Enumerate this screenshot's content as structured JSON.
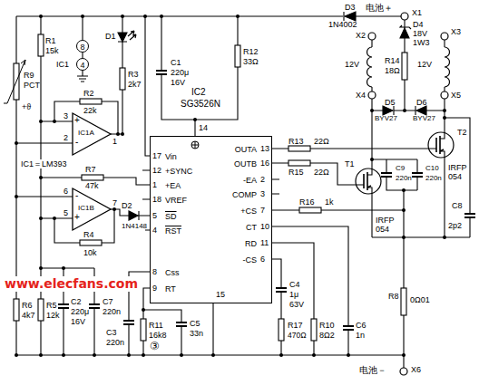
{
  "diagram": {
    "nodes": [
      {
        "text": [
          "8"
        ]
      },
      {
        "text": [
          "4"
        ]
      },
      {
        "text": [
          "IC1A",
          "+",
          "-"
        ]
      },
      {
        "text": [
          "IC1B",
          "-",
          "+"
        ]
      },
      {
        "text": [
          "IC2",
          "SG3526N",
          "Vin",
          "+SYNC",
          "+EA",
          "VREF",
          "SD",
          "RST",
          "Css",
          "RT",
          "OUTA",
          "OUTB",
          "-EA",
          "COMP",
          "+CS",
          "CT",
          "RD",
          "-CS"
        ]
      }
    ],
    "labels": [
      "电池＋",
      "X1",
      "D3",
      "1N4002",
      "D4",
      "18V",
      "1W3",
      "X2",
      "12V",
      "X4",
      "X3",
      "12V",
      "X5",
      "R14",
      "18Ω",
      "D5",
      "BYV27",
      "D6",
      "BYV27",
      "T1",
      "IRFP",
      "054",
      "T2",
      "IRFP",
      "054",
      "C9",
      "220n",
      "C10",
      "220n",
      "C8",
      "2p2",
      "R13",
      "22Ω",
      "R15",
      "22Ω",
      "R16",
      "1k",
      "R8",
      "0Ω01",
      "电池－",
      "X6",
      "+ϑ",
      "R9",
      "PCT",
      "R1",
      "15k",
      "IC1",
      "D1",
      "R3",
      "2k7",
      "R2",
      "22k",
      "3",
      "2",
      "1",
      "IC1＝LM393",
      "R7",
      "47k",
      "6",
      "5",
      "7",
      "R4",
      "10k",
      "D2",
      "1N4148",
      "R6",
      "4k7",
      "R5",
      "12k",
      "C2",
      "220μ",
      "16V",
      "C7",
      "220n",
      "C3",
      "220n",
      "R11",
      "16k8",
      "C5",
      "33n",
      "R10",
      "8Ω2",
      "C4",
      "1μ",
      "63V",
      "R17",
      "470Ω",
      "C6",
      "1n",
      "C1",
      "220μ",
      "16V",
      "R12",
      "33Ω",
      "14",
      "15",
      "17",
      "12",
      "1",
      "18",
      "5",
      "4",
      "8",
      "9",
      "13",
      "16",
      "2",
      "3",
      "7",
      "10",
      "11",
      "6",
      "③",
      "www.elecfans.com"
    ]
  }
}
